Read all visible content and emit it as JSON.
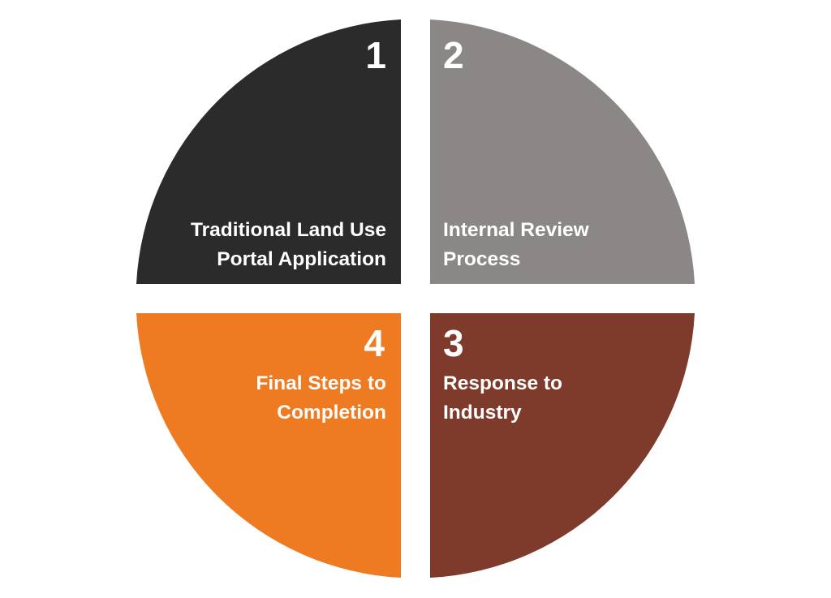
{
  "colors": {
    "background": "#ffffff",
    "quadrant_1": "#2b2b2b",
    "quadrant_2": "#8a8786",
    "quadrant_3": "#7e3b2b",
    "quadrant_4": "#ee7b21",
    "text": "#ffffff"
  },
  "steps": [
    {
      "number": "1",
      "label_line_1": "Traditional Land Use",
      "label_line_2": "Portal Application"
    },
    {
      "number": "2",
      "label_line_1": "Internal Review",
      "label_line_2": "Process"
    },
    {
      "number": "3",
      "label_line_1": "Response to",
      "label_line_2": "Industry"
    },
    {
      "number": "4",
      "label_line_1": "Final Steps to",
      "label_line_2": "Completion"
    }
  ]
}
